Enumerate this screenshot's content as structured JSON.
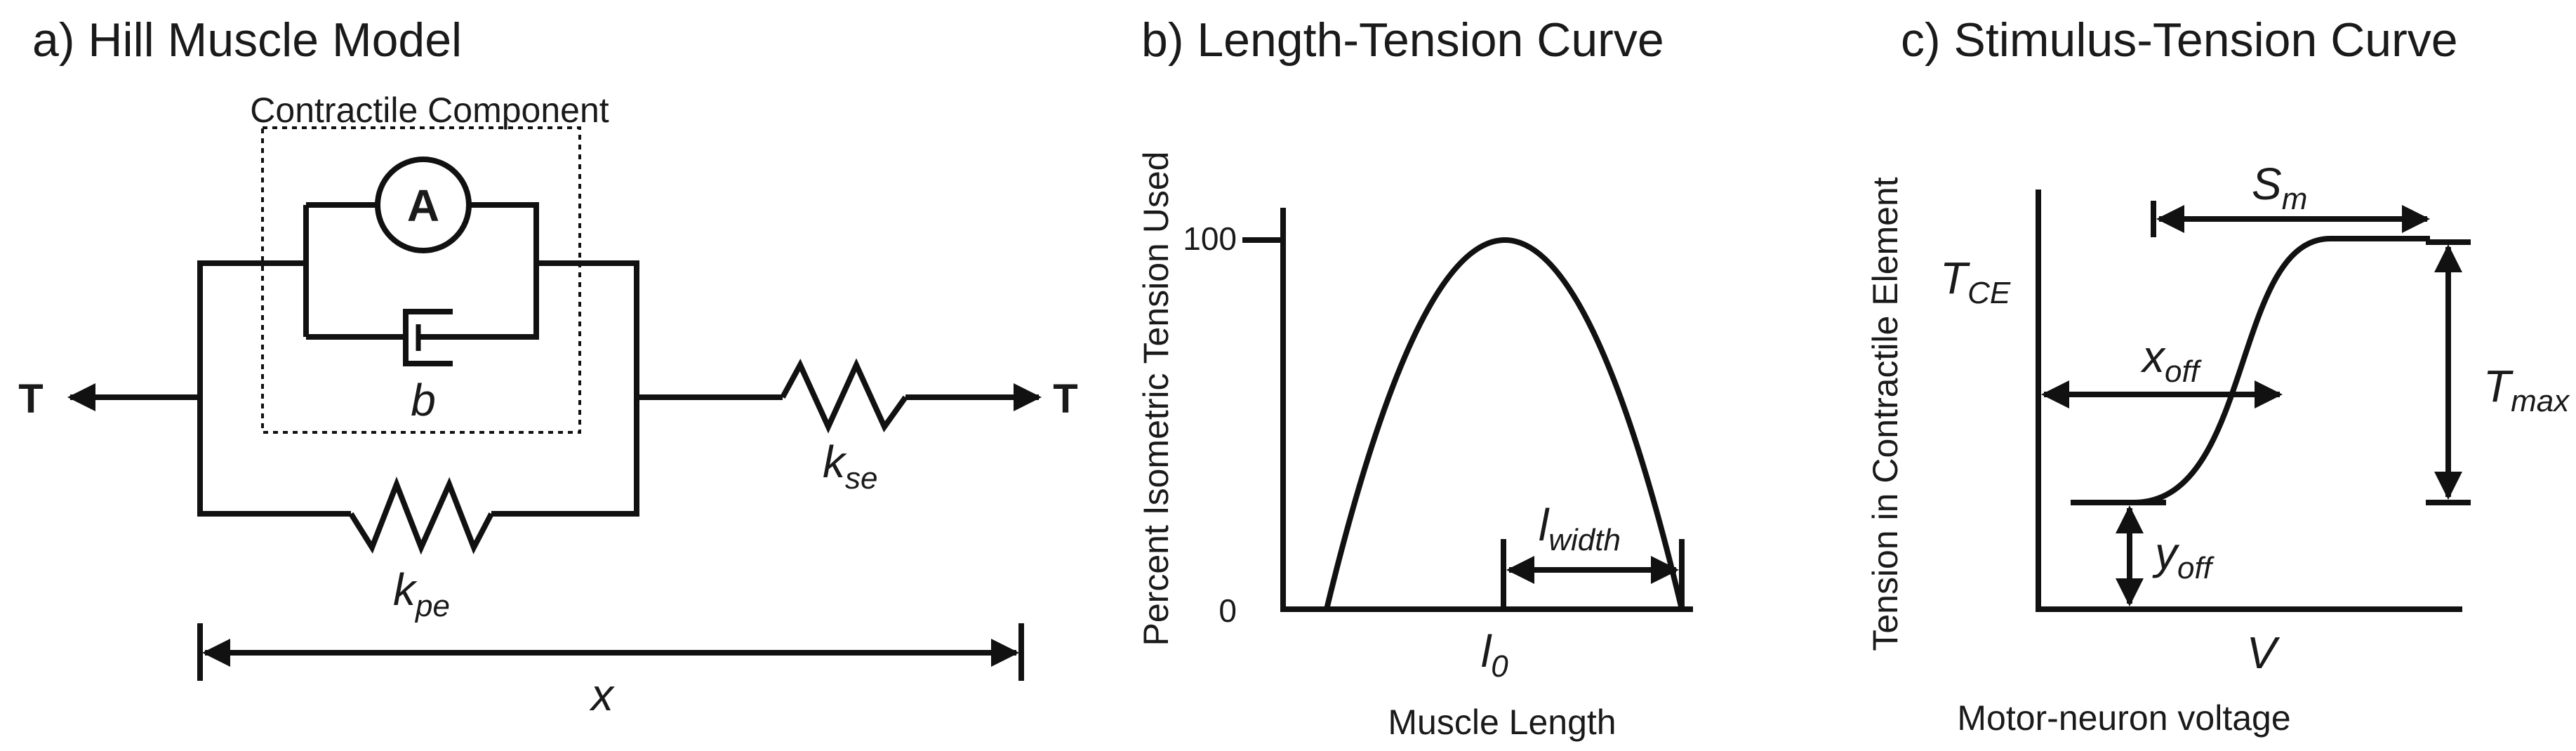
{
  "panel_a": {
    "title": "a) Hill Muscle Model",
    "contractile_label": "Contractile Component",
    "activation_symbol": "A",
    "left_force": "T",
    "right_force": "T",
    "damper_var": "b",
    "kse_var": "k",
    "kse_sub": "se",
    "kpe_var": "k",
    "kpe_sub": "pe",
    "length_var": "x"
  },
  "panel_b": {
    "title": "b) Length-Tension Curve",
    "ylabel": "Percent Isometric Tension Used",
    "xlabel": "Muscle Length",
    "ytick_top": "100",
    "ytick_zero": "0",
    "peak_var": "l",
    "peak_sub": "0",
    "width_var": "l",
    "width_sub": "width"
  },
  "panel_c": {
    "title": "c) Stimulus-Tension Curve",
    "ylabel": "Tension in Contractile Element",
    "xlabel": "Motor-neuron voltage",
    "y_var": "T",
    "y_sub": "CE",
    "x_var": "V",
    "sm_var": "S",
    "sm_sub": "m",
    "xoff_var": "x",
    "xoff_sub": "off",
    "yoff_var": "y",
    "yoff_sub": "off",
    "tmax_var": "T",
    "tmax_sub": "max"
  }
}
